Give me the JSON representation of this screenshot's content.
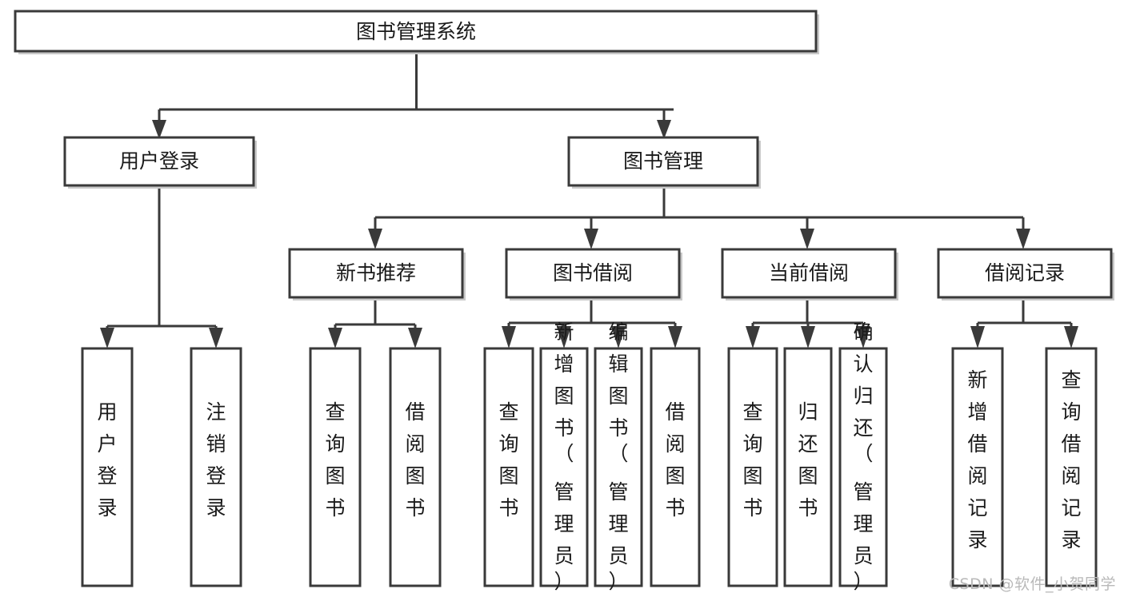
{
  "diagram": {
    "title": "图书管理系统",
    "type": "tree-hierarchy-chart",
    "watermark": "CSDN @软件_小贺同学",
    "colors": {
      "box_stroke": "#3a3a3a",
      "box_fill": "#ffffff",
      "line": "#3a3a3a",
      "text": "#1a1a1a",
      "watermark": "#b9b9b9",
      "background": "#ffffff"
    },
    "levels": {
      "root": {
        "label": "图书管理系统"
      },
      "level2": [
        {
          "id": "user-login",
          "label": "用户登录"
        },
        {
          "id": "book-manage",
          "label": "图书管理"
        }
      ],
      "level3": [
        {
          "id": "new-book-recommend",
          "label": "新书推荐",
          "parent": "book-manage"
        },
        {
          "id": "book-borrow",
          "label": "图书借阅",
          "parent": "book-manage"
        },
        {
          "id": "current-borrow",
          "label": "当前借阅",
          "parent": "book-manage"
        },
        {
          "id": "borrow-record",
          "label": "借阅记录",
          "parent": "book-manage"
        }
      ],
      "leaves": [
        {
          "id": "leaf-user-login",
          "label": "用户登录",
          "parent": "user-login"
        },
        {
          "id": "leaf-user-logout",
          "label": "注销登录",
          "parent": "user-login"
        },
        {
          "id": "leaf-query-book-1",
          "label": "查询图书",
          "parent": "new-book-recommend"
        },
        {
          "id": "leaf-borrow-book-1",
          "label": "借阅图书",
          "parent": "new-book-recommend"
        },
        {
          "id": "leaf-query-book-2",
          "label": "查询图书",
          "parent": "book-borrow"
        },
        {
          "id": "leaf-add-book",
          "label": "新增图书（管理员）",
          "parent": "book-borrow"
        },
        {
          "id": "leaf-edit-book",
          "label": "编辑图书（管理员）",
          "parent": "book-borrow"
        },
        {
          "id": "leaf-borrow-book-2",
          "label": "借阅图书",
          "parent": "book-borrow"
        },
        {
          "id": "leaf-query-book-3",
          "label": "查询图书",
          "parent": "current-borrow"
        },
        {
          "id": "leaf-return-book",
          "label": "归还图书",
          "parent": "current-borrow"
        },
        {
          "id": "leaf-confirm-return",
          "label": "确认归还（管理员）",
          "parent": "current-borrow"
        },
        {
          "id": "leaf-add-record",
          "label": "新增借阅记录",
          "parent": "borrow-record"
        },
        {
          "id": "leaf-query-record",
          "label": "查询借阅记录",
          "parent": "borrow-record"
        }
      ]
    }
  }
}
